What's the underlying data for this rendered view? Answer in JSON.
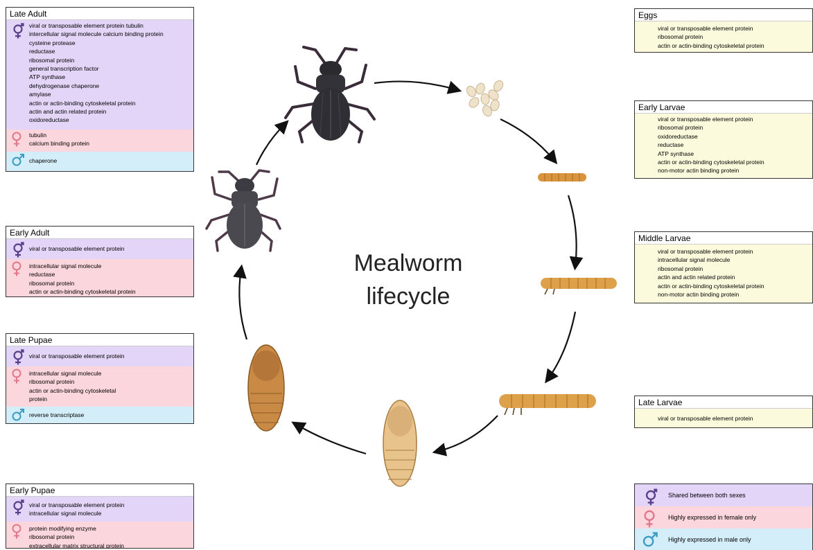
{
  "center": {
    "line1": "Mealworm",
    "line2": "lifecycle"
  },
  "colors": {
    "shared_bg": "#e3d5f7",
    "female_bg": "#fbd6dc",
    "male_bg": "#d3eef9",
    "stage_bg": "#fcfadc",
    "shared_symbol": "#5a3f8c",
    "female_symbol": "#e0788a",
    "male_symbol": "#3b9cc2"
  },
  "icons": {
    "shared": "intersex-symbol-icon",
    "female": "female-symbol-icon",
    "male": "male-symbol-icon"
  },
  "late_adult": {
    "title": "Late Adult",
    "shared": [
      "viral or transposable element protein tubulin",
      "intercellular signal molecule calcium binding protein",
      "cysteine protease",
      "reductase",
      "ribosomal protein",
      "general transcription factor",
      "ATP synthase",
      "dehydrogenase chaperone",
      "amylase",
      "actin or actin-binding cytoskeletal protein",
      "actin and actin related protein",
      "oxidoreductase"
    ],
    "female": [
      "tubulin",
      "calcium binding protein"
    ],
    "male": [
      "chaperone"
    ]
  },
  "early_adult": {
    "title": "Early Adult",
    "shared": [
      "viral or transposable element protein"
    ],
    "female": [
      "intracellular signal molecule",
      "reductase",
      "ribosomal protein",
      "actin or actin-binding cytoskeletal protein"
    ]
  },
  "late_pupae": {
    "title": "Late Pupae",
    "shared": [
      "viral or transposable element protein"
    ],
    "female": [
      "intracellular signal molecule",
      "ribosomal protein",
      "actin or actin-binding cytoskeletal",
      "protein"
    ],
    "male": [
      "reverse transcriptase"
    ]
  },
  "early_pupae": {
    "title": "Early Pupae",
    "shared": [
      "viral or transposable element protein",
      "intracellular signal molecule"
    ],
    "female": [
      "protein modifying enzyme",
      "ribosomal protein",
      "extracellular matrix structural protein"
    ]
  },
  "eggs": {
    "title": "Eggs",
    "items": [
      "viral or transposable element protein",
      "ribosomal protein",
      "actin or actin-binding cytoskeletal protein"
    ]
  },
  "early_larvae": {
    "title": "Early Larvae",
    "items": [
      "viral or transposable element protein",
      "ribosomal protein",
      "oxidoreductase",
      "reductase",
      "ATP synthase",
      "actin or actin-binding cytoskeletal protein",
      "non-motor actin binding protein"
    ]
  },
  "middle_larvae": {
    "title": "Middle Larvae",
    "items": [
      "viral or transposable element protein",
      "intracellular signal molecule",
      "ribosomal protein",
      "actin and actin related protein",
      "actin or actin-binding cytoskeletal protein",
      "non-motor actin binding protein"
    ]
  },
  "late_larvae": {
    "title": "Late Larvae",
    "items": [
      "viral or transposable element protein"
    ]
  },
  "legend": {
    "shared": "Shared between both sexes",
    "female": "Highly expressed in female only",
    "male": "Highly expressed in male only"
  }
}
